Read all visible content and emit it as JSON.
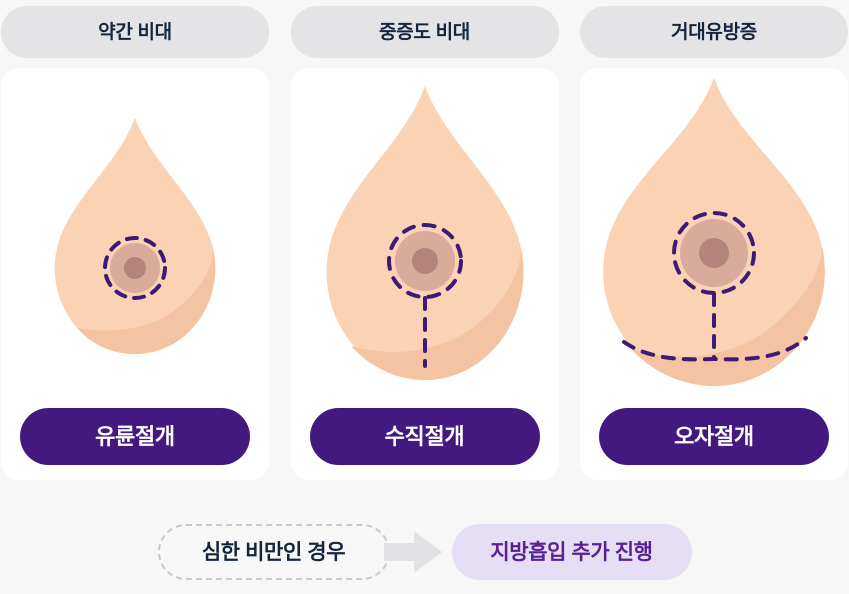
{
  "theme": {
    "page_background": "#f7f7f8",
    "card_background": "#ffffff",
    "header_pill_background": "#e4e4e6",
    "header_text_color": "#14253c",
    "button_purple": "#43197f",
    "button_text_color": "#ffffff",
    "incision_line_color": "#3d1a78",
    "skin_light": "#f9d3b4",
    "skin_shadow": "#f3c3a2",
    "areola_color": "#d8ab9a",
    "nipple_color": "#b5837a",
    "lavender_pill_background": "#e6def4",
    "lavender_pill_text": "#5a2193",
    "arrow_color": "#e2e2e4",
    "dashed_border_color": "#c9c9cd"
  },
  "columns": [
    {
      "header_label": "약간 비대",
      "button_label": "유륜절개",
      "illustration_name": "breast-periareolar-incision",
      "incision_type": "periareolar",
      "breast_size": "small"
    },
    {
      "header_label": "중증도 비대",
      "button_label": "수직절개",
      "illustration_name": "breast-vertical-incision",
      "incision_type": "vertical",
      "breast_size": "medium"
    },
    {
      "header_label": "거대유방증",
      "button_label": "오자절개",
      "illustration_name": "breast-anchor-incision",
      "incision_type": "anchor",
      "breast_size": "large"
    }
  ],
  "footer": {
    "condition_label": "심한 비만인 경우",
    "arrow_icon": "arrow-right-icon",
    "result_label": "지방흡입 추가 진행"
  }
}
